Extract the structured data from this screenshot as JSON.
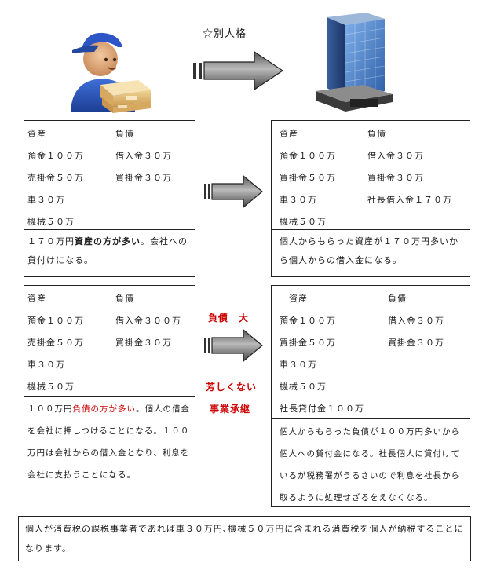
{
  "header": {
    "label": "☆別人格"
  },
  "personal_box": {
    "col1": [
      "資産",
      "預金１００万",
      "売掛金５０万",
      "車３０万",
      "機械５０万"
    ],
    "col2": [
      "負債",
      "借入金３０万",
      "買掛金３０万"
    ],
    "note_num": "１７０万円",
    "note_bold": "資産の方が多い",
    "note_rest": "。会社への貸付けになる。"
  },
  "company_box": {
    "col1": [
      "資産",
      "預金１００万",
      "買掛金５０万",
      "車３０万",
      "機械５０万"
    ],
    "col2": [
      "負債",
      "借入金３０万",
      "買掛金３０万",
      "社長借入金１７０万"
    ],
    "note": "個人からもらった資産が１７０万円多いから個人からの借入金になる。"
  },
  "personal_box2": {
    "col1": [
      "資産",
      "預金１００万",
      "売掛金５０万",
      "車３０万",
      "機械５０万"
    ],
    "col2": [
      "負債",
      "借入金３００万",
      "買掛金３０万"
    ],
    "note_num": "１００万円",
    "note_red": "負債の方が多い",
    "note_rest": "。個人の借金を会社に押しつけることになる。１００万円は会社からの借入金となり、利息を会社に支払うことになる。"
  },
  "company_box2": {
    "col1": [
      "資産",
      "預金１００万",
      "買掛金５０万",
      "車３０万",
      "機械５０万",
      "社長貸付金１００万"
    ],
    "col2": [
      "負債",
      "借入金３０万",
      "買掛金３０万"
    ],
    "note": "個人からもらった負債が１００万円多いから個人への貸付金になる。社長個人に貸付けているが税務署がうるさいので利息を社長から取るように処理せざるをえなくなる。"
  },
  "middle_labels": {
    "top": "負債　大",
    "bottom1": "芳しくない",
    "bottom2": "事業承継"
  },
  "footer": {
    "text": "個人が消費税の課税事業者であれば車３０万円､機械５０万円に含まれる消費税を個人が納税することになります。"
  },
  "colors": {
    "accent_red": "#cc0000",
    "border": "#222222"
  }
}
